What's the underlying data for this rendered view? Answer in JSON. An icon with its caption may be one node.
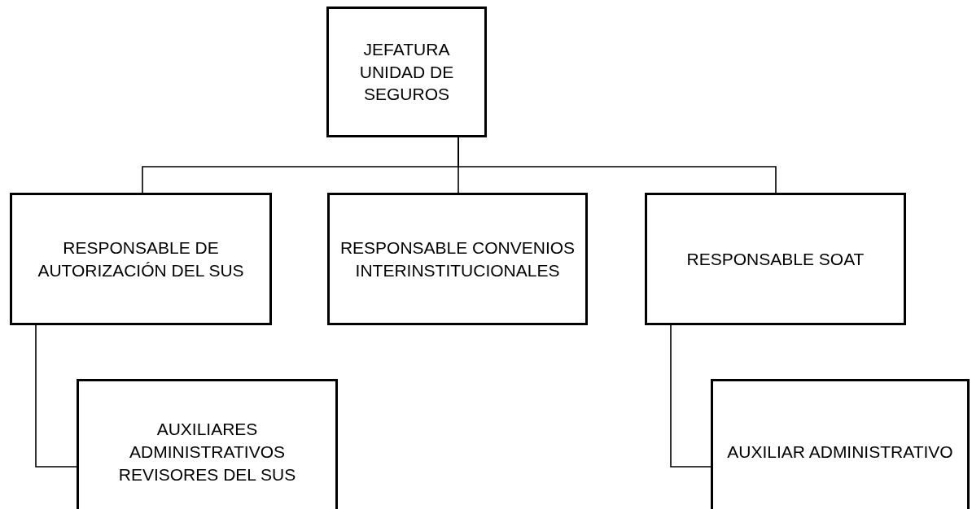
{
  "diagram": {
    "nodes": [
      {
        "text": [
          "JEFATURA UNIDAD DE SEGUROS"
        ]
      },
      {
        "text": [
          "RESPONSABLE DE AUTORIZACIÓN DEL SUS"
        ]
      },
      {
        "text": [
          "RESPONSABLE CONVENIOS INTERINSTITUCIONALES"
        ]
      },
      {
        "text": [
          "RESPONSABLE SOAT"
        ]
      },
      {
        "text": [
          "AUXILIARES ADMINISTRATIVOS REVISORES DEL SUS"
        ]
      },
      {
        "text": [
          "AUXILIAR ADMINISTRATIVO"
        ]
      }
    ],
    "edges": [
      {
        "from": 0,
        "to": 1,
        "arrow": "none"
      },
      {
        "from": 0,
        "to": 2,
        "arrow": "none"
      },
      {
        "from": 0,
        "to": 3,
        "arrow": "none"
      },
      {
        "from": 1,
        "to": 4,
        "arrow": "none"
      },
      {
        "from": 3,
        "to": 5,
        "arrow": "none"
      }
    ]
  }
}
